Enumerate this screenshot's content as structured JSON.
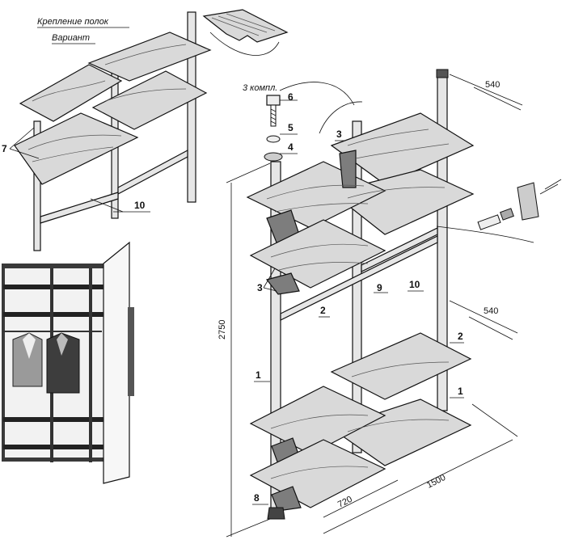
{
  "captions": {
    "mounting": "Крепление полок",
    "variant": "Вариант",
    "set3": "3 компл."
  },
  "dimensions": {
    "height": "2750",
    "depth_top": "540",
    "depth_bottom": "540",
    "width_total": "1500",
    "width_shelf": "720"
  },
  "part_labels": {
    "p1": "1",
    "p2": "2",
    "p3": "3",
    "p4": "4",
    "p5": "5",
    "p6": "6",
    "p7": "7",
    "p8": "8",
    "p9": "9",
    "p10": "10"
  }
}
